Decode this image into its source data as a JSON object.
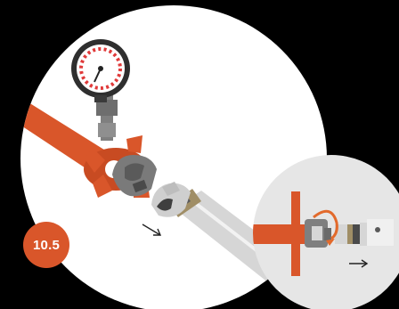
{
  "step": {
    "number": "10.5"
  },
  "colors": {
    "background": "#000000",
    "circle_fill": "#ffffff",
    "inset_fill": "#e6e6e6",
    "accent_orange": "#d9562a",
    "gauge_dark": "#333333",
    "metal_grey": "#8a8a8a",
    "hose_grey": "#d6d6d6",
    "brass": "#a08e66"
  },
  "icons": {
    "main_illustration": "pressure-gauge-hose-coupling-illustration",
    "inset_detail": "coupling-rotate-detail-illustration",
    "arrow_main": "arrow-down-right-icon",
    "arrow_inset": "arrow-right-icon",
    "rotate_arrow": "rotate-arrow-icon"
  }
}
